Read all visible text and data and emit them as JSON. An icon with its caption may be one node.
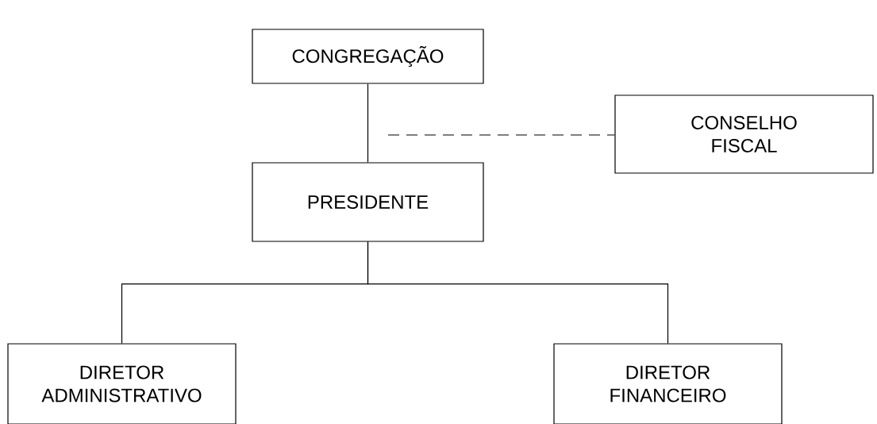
{
  "diagram": {
    "nodes": [
      {
        "text": [
          "CONGREGAÇÃO"
        ]
      },
      {
        "text": [
          "CONSELHO FISCAL"
        ]
      },
      {
        "text": [
          "PRESIDENTE"
        ]
      },
      {
        "text": [
          "DIRETOR ADMINISTRATIVO"
        ]
      },
      {
        "text": [
          "DIRETOR FINANCEIRO"
        ]
      }
    ],
    "edges": [
      {
        "from": 0,
        "to": 2,
        "arrow": "none"
      },
      {
        "from": null,
        "to": 1,
        "arrow": "none",
        "style": "dashed"
      },
      {
        "from": 2,
        "to": 3,
        "arrow": "none"
      },
      {
        "from": 2,
        "to": 4,
        "arrow": "none"
      }
    ]
  }
}
